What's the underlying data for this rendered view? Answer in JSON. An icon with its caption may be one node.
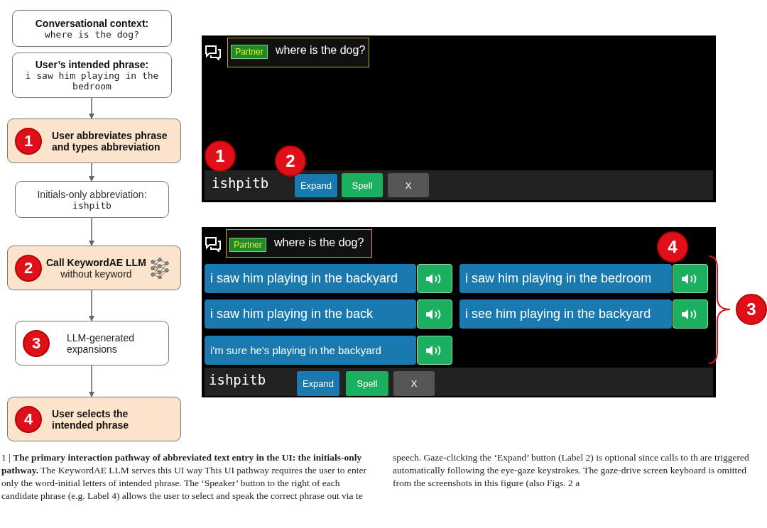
{
  "diagram": {
    "caption": "1 | **The primary interaction pathway of abbreviated text entry in the UI: the initials-only pathway.** The KeywordAE LLM serves this UI way This UI pathway requires the user to enter only the word-initial letters of intended phrase. The ‘Speaker’ button to the right of each candidate phrase (e.g. Label 4) allows the user to select and speak the correct phrase out via te speech. Gaze-clicking the ‘Expand’ button (Label 2) is optional since calls to th are triggered automatically following the eye-gaze keystrokes. The gaze-drive screen keyboard is omitted from the screenshots in this figure (also Figs. 2 a",
    "nodes": [
      {
        "text": [
          "Conversational context:",
          "where is the dog?"
        ]
      },
      {
        "text": [
          "User’s intended phrase:",
          "i saw him playing in the bedroom"
        ]
      },
      {
        "text": [
          "1",
          "User abbreviates phrase and types abbreviation"
        ]
      },
      {
        "text": [
          "Initials-only abbreviation:",
          "ishpitb"
        ]
      },
      {
        "text": [
          "2",
          "Call KeywordAE LLM",
          "without keyword"
        ]
      },
      {
        "text": [
          "3",
          "LLM-generated expansions"
        ]
      },
      {
        "text": [
          "4",
          "User selects the intended phrase"
        ]
      }
    ],
    "edges": [
      {
        "from": 1,
        "to": 2,
        "arrow": "to"
      },
      {
        "from": 2,
        "to": 3,
        "arrow": "to"
      },
      {
        "from": 3,
        "to": 4,
        "arrow": "to"
      },
      {
        "from": 4,
        "to": 5,
        "arrow": "to"
      },
      {
        "from": 5,
        "to": 6,
        "arrow": "to"
      }
    ],
    "labels": [
      "Partner",
      "where is the dog?",
      "1",
      "2",
      "ishpitb",
      "Expand",
      "Spell",
      "X",
      "Partner",
      "where is the dog?",
      "4",
      "i saw him playing in the backyard",
      "i saw him playing in the bedroom",
      "i saw him playing in the back",
      "i see him playing in the backyard",
      "i'm sure he's playing in the backyard",
      "3",
      "ishpitb",
      "Expand",
      "Spell",
      "X"
    ]
  }
}
